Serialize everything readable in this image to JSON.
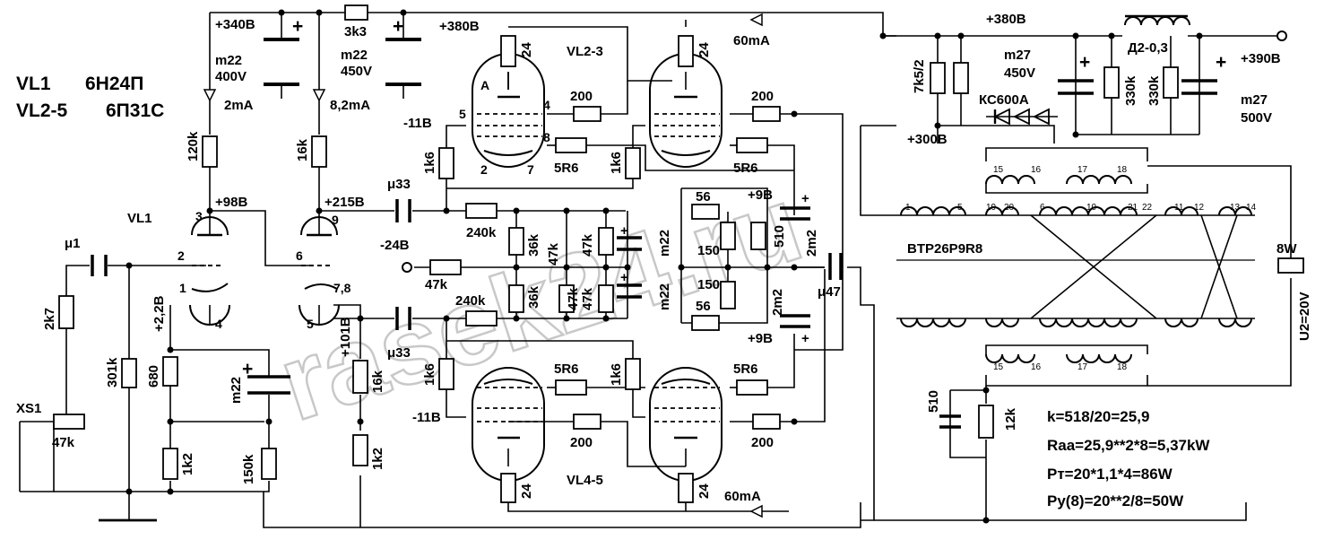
{
  "legend": {
    "line1_ref": "VL1",
    "line1_type": "6Н24П",
    "line2_ref": "VL2-5",
    "line2_type": "6П31С"
  },
  "tubes": {
    "vl1": "VL1",
    "vl23": "VL2-3",
    "vl45": "VL4-5"
  },
  "voltages": {
    "v340": "+340В",
    "v380a": "+380В",
    "v380b": "+380В",
    "v390": "+390В",
    "v300": "+300В",
    "v98": "+98В",
    "v215": "+215В",
    "v22": "+2,2В",
    "v101": "+101В",
    "vm11a": "-11В",
    "vm11b": "-11В",
    "vm24": "-24В",
    "v9a": "+9В",
    "v9b": "+9В",
    "u2": "U2=20V"
  },
  "currents": {
    "i2": "2mA",
    "i82": "8,2mA",
    "i60a": "60mA",
    "i60b": "60mA"
  },
  "resistors": {
    "r3k3": "3k3",
    "r120k": "120k",
    "r16ka": "16k",
    "r2k7": "2k7",
    "r301k": "301k",
    "r47k_in": "47k",
    "r680": "680",
    "r1k2a": "1k2",
    "r150k": "150k",
    "r16kb": "16k",
    "r1k2b": "1k2",
    "r240ka": "240k",
    "r240kb": "240k",
    "r36ka": "36k",
    "r36kb": "36k",
    "r47ka": "47k",
    "r47kb": "47k",
    "r47kc": "47k",
    "r47kd": "47k",
    "r47ke": "47k",
    "r1k6a": "1k6",
    "r1k6b": "1k6",
    "r1k6c": "1k6",
    "r1k6d": "1k6",
    "r24a": "24",
    "r24b": "24",
    "r24c": "24",
    "r24d": "24",
    "r200a": "200",
    "r200b": "200",
    "r200c": "200",
    "r200d": "200",
    "r5r6a": "5R6",
    "r5r6b": "5R6",
    "r5r6c": "5R6",
    "r5r6d": "5R6",
    "r56a": "56",
    "r56b": "56",
    "r150a": "150",
    "r150b": "150",
    "r510": "510",
    "r7k5": "7k5/2",
    "r330ka": "330k",
    "r330kb": "330k",
    "r12k": "12k",
    "r8w": "8W"
  },
  "capacitors": {
    "c1": "μ1",
    "cm22a": "m22",
    "cv400": "400V",
    "cm22b": "m22",
    "cv450a": "450V",
    "c33a": "μ33",
    "c33b": "μ33",
    "cm22c": "m22",
    "cm22d": "m22",
    "cm22e": "m22",
    "c2m2a": "2m2",
    "c2m2b": "2m2",
    "c47": "μ47",
    "cm27a": "m27",
    "cv450b": "450V",
    "cm27b": "m27",
    "cv500": "500V",
    "c510": "510"
  },
  "parts": {
    "choke": "Д2-0,3",
    "zener": "КС600А",
    "transformer": "BTP26P9R8",
    "xs1": "XS1"
  },
  "pin_numbers": {
    "p3": "3",
    "p2": "2",
    "p1": "1",
    "p4": "4",
    "p9": "9",
    "p6": "6",
    "p78": "7,8",
    "p5": "5",
    "a": "A",
    "b5": "5",
    "b4": "4",
    "b8": "8",
    "b2": "2",
    "b7": "7"
  },
  "transformer_taps": [
    "1",
    "5",
    "19",
    "20",
    "6",
    "10",
    "21",
    "22",
    "11",
    "12",
    "13",
    "14",
    "15",
    "16",
    "17",
    "18",
    "15",
    "16",
    "17",
    "18"
  ],
  "formulas": {
    "k": "k=518/20=25,9",
    "raa": "Raa=25,9**2*8=5,37kW",
    "pt": "Pт=20*1,1*4=86W",
    "py": "Pу(8)=20**2/8=50W"
  },
  "watermark": "rasek24.ru"
}
